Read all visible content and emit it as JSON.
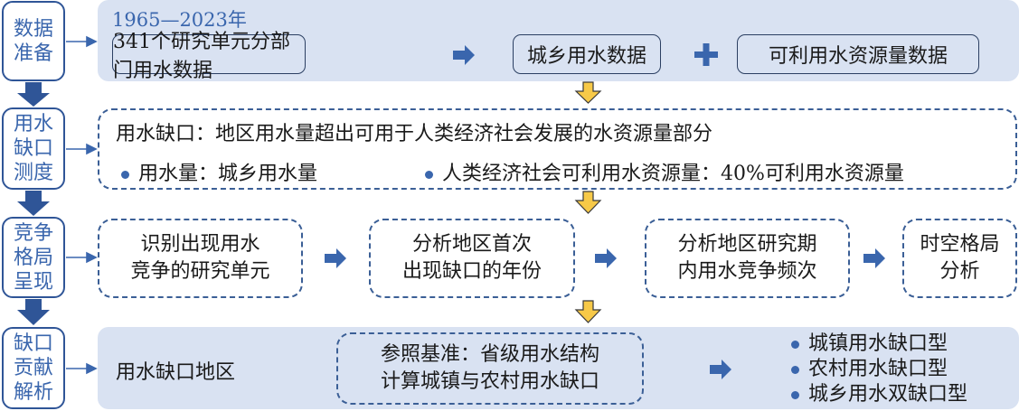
{
  "stages": [
    "数据准备",
    "用水缺口测度",
    "竞争格局呈现",
    "缺口贡献解析"
  ],
  "row1": {
    "period": "1965—2023年",
    "box1": "341个研究单元分部门用水数据",
    "box2": "城乡用水数据",
    "box3": "可利用水资源量数据"
  },
  "row2": {
    "definition": "用水缺口：地区用水量超出可用于人类经济社会发展的水资源量部分",
    "bullet1": "用水量：城乡用水量",
    "bullet2": "人类经济社会可利用水资源量：40%可利用水资源量"
  },
  "row3": {
    "box1a": "识别出现用水",
    "box1b": "竞争的研究单元",
    "box2a": "分析地区首次",
    "box2b": "出现缺口的年份",
    "box3a": "分析地区研究期",
    "box3b": "内用水竞争频次",
    "box4a": "时空格局",
    "box4b": "分析"
  },
  "row4": {
    "label": "用水缺口地区",
    "ref_a": "参照基准：省级用水结构",
    "ref_b": "计算城镇与农村用水缺口",
    "types": [
      "城镇用水缺口型",
      "农村用水缺口型",
      "城乡用水双缺口型"
    ]
  },
  "colors": {
    "panel": "#d9e2f2",
    "blue": "#2f5597",
    "arrow": "#3a66ad",
    "yellow": "#f7c948"
  }
}
